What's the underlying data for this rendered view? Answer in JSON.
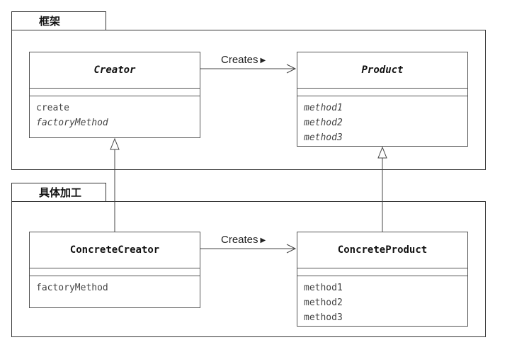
{
  "packages": {
    "framework": {
      "label": "框架"
    },
    "concrete": {
      "label": "具体加工"
    }
  },
  "classes": {
    "creator": {
      "name": "Creator",
      "methods": [
        "create",
        "factoryMethod"
      ]
    },
    "product": {
      "name": "Product",
      "methods": [
        "method1",
        "method2",
        "method3"
      ]
    },
    "concrete_creator": {
      "name": "ConcreteCreator",
      "methods": [
        "factoryMethod"
      ]
    },
    "concrete_product": {
      "name": "ConcreteProduct",
      "methods": [
        "method1",
        "method2",
        "method3"
      ]
    }
  },
  "relations": {
    "creates_top": "Creates",
    "creates_bottom": "Creates"
  }
}
